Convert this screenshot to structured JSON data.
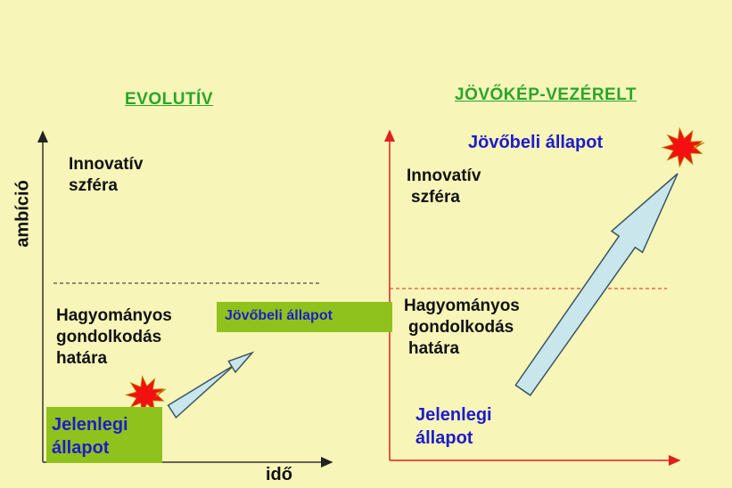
{
  "titles": {
    "left": "EVOLUTÍV",
    "right": "JÖVŐKÉP-VEZÉRELT"
  },
  "axes": {
    "y_label": "ambíció",
    "x_label": "idő"
  },
  "left_panel": {
    "innovative": [
      "Innovatív",
      "szféra"
    ],
    "traditional": [
      "Hagyományos",
      "gondolkodás",
      "határa"
    ],
    "future_state": "Jövőbeli állapot",
    "current_state": [
      "Jelenlegi",
      "állapot"
    ]
  },
  "right_panel": {
    "future_state": "Jövőbeli állapot",
    "innovative": [
      "Innovatív",
      "szféra"
    ],
    "traditional": [
      "Hagyományos",
      "gondolkodás",
      "határa"
    ],
    "current_state": [
      "Jelenlegi",
      "állapot"
    ]
  },
  "colors": {
    "background": "#f7f5b8",
    "title_green": "#2aa52a",
    "box_green": "#8fc21c",
    "label_blue": "#1c1ccc",
    "right_axis_red": "#e0201c",
    "arrow_fill": "#c8e6ec",
    "star_red": "#f41010"
  }
}
